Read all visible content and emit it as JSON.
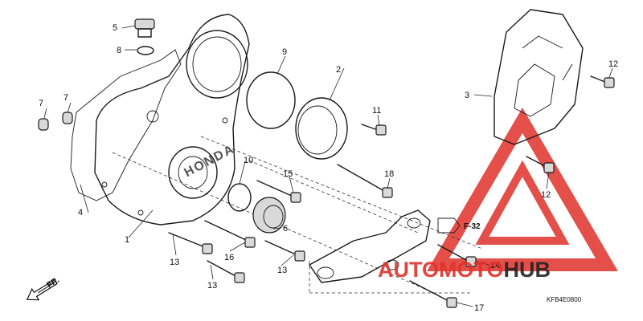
{
  "watermark": {
    "brand_part1": "AUTO",
    "brand_part2": "MOTO",
    "brand_part3": "HUB",
    "color_red": "#e0312b",
    "color_dark": "#222222"
  },
  "embossed_logo": "HONDA",
  "ref_label": "F-32",
  "direction_label": "FR.",
  "diagram_code": "KFB4E0800",
  "callouts": {
    "c1": "1",
    "c2": "2",
    "c3": "3",
    "c4": "4",
    "c5": "5",
    "c6": "6",
    "c7a": "7",
    "c7b": "7",
    "c8": "8",
    "c9": "9",
    "c10": "10",
    "c11": "11",
    "c12a": "12",
    "c12b": "12",
    "c13a": "13",
    "c13b": "13",
    "c13c": "13",
    "c14": "14",
    "c15": "15",
    "c16": "16",
    "c17": "17",
    "c18": "18"
  }
}
